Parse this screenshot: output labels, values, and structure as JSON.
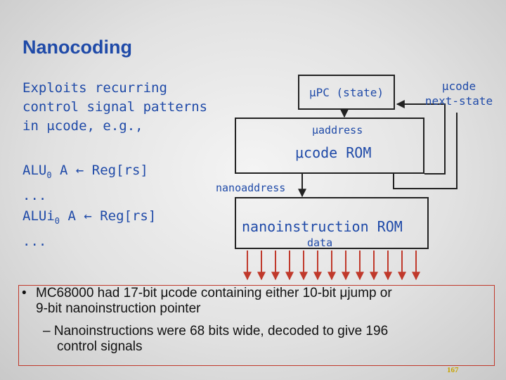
{
  "title": "Nanocoding",
  "intro": {
    "line1": "Exploits recurring",
    "line2": "control signal patterns",
    "line3": "in μcode, e.g.,"
  },
  "code": {
    "l1_op": "ALU",
    "l1_sub": "0",
    "l1_rest": " A ← Reg[rs]",
    "l2": "...",
    "l3_op": "ALUi",
    "l3_sub": "0",
    "l3_rest": " A ← Reg[rs]",
    "l4": "..."
  },
  "diagram": {
    "upc": "μPC (state)",
    "ucode_line1": "μcode",
    "ucode_line2": "next-state",
    "uaddress": "μaddress",
    "ucode_rom": "μcode ROM",
    "nanoaddress": "nanoaddress",
    "nano_rom": "nanoinstruction ROM",
    "data": "data"
  },
  "bullets": {
    "b1_marker": "•",
    "b1_line1": "MC68000 had 17-bit μcode containing either 10-bit μjump or",
    "b1_line2": "9-bit nanoinstruction pointer",
    "b2_line1": "– Nanoinstructions were 68 bits wide, decoded to give 196",
    "b2_line2": "control signals"
  },
  "page_number": "167",
  "colors": {
    "text_blue": "#1f4aa8",
    "arrow_red": "#c0392b",
    "line_black": "#222222"
  }
}
